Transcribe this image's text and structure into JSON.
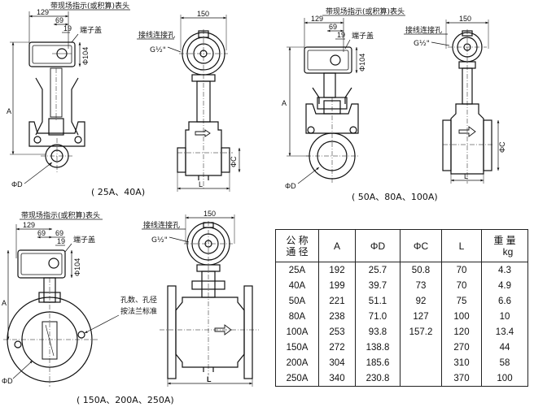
{
  "labels": {
    "indicator_head": "带现场指示(或积算)表头",
    "terminal_cover": "端子盖",
    "wiring_hole": "接线连接孔",
    "thread": "G½\"",
    "flange_note_1": "孔数、孔径",
    "flange_note_2": "按法兰标准"
  },
  "dims": {
    "d129": "129",
    "d69": "69",
    "d19": "19",
    "d150": "150",
    "phi104": "Φ104",
    "A": "A",
    "L": "L",
    "phiD": "ΦD",
    "phiC": "ΦC"
  },
  "captions": {
    "small": "( 25A、40A)",
    "medium": "( 50A、80A、100A)",
    "large": "( 150A、200A、250A)"
  },
  "table": {
    "header": {
      "size_line1": "公 称",
      "size_line2": "通 径",
      "a": "A",
      "phid": "ΦD",
      "phic": "ΦC",
      "l": "L",
      "weight_line1": "重  量",
      "weight_line2": "kg"
    },
    "rows": [
      {
        "size": "25A",
        "a": "192",
        "d": "25.7",
        "c": "50.8",
        "l": "70",
        "w": "4.3"
      },
      {
        "size": "40A",
        "a": "199",
        "d": "39.7",
        "c": "73",
        "l": "70",
        "w": "4.9"
      },
      {
        "size": "50A",
        "a": "221",
        "d": "51.1",
        "c": "92",
        "l": "75",
        "w": "6.6"
      },
      {
        "size": "80A",
        "a": "238",
        "d": "71.0",
        "c": "127",
        "l": "100",
        "w": "10"
      },
      {
        "size": "100A",
        "a": "253",
        "d": "93.8",
        "c": "157.2",
        "l": "120",
        "w": "13.4"
      },
      {
        "size": "150A",
        "a": "272",
        "d": "138.8",
        "c": "",
        "l": "270",
        "w": "44"
      },
      {
        "size": "200A",
        "a": "304",
        "d": "185.6",
        "c": "",
        "l": "310",
        "w": "58"
      },
      {
        "size": "250A",
        "a": "340",
        "d": "230.8",
        "c": "",
        "l": "370",
        "w": "100"
      }
    ]
  }
}
